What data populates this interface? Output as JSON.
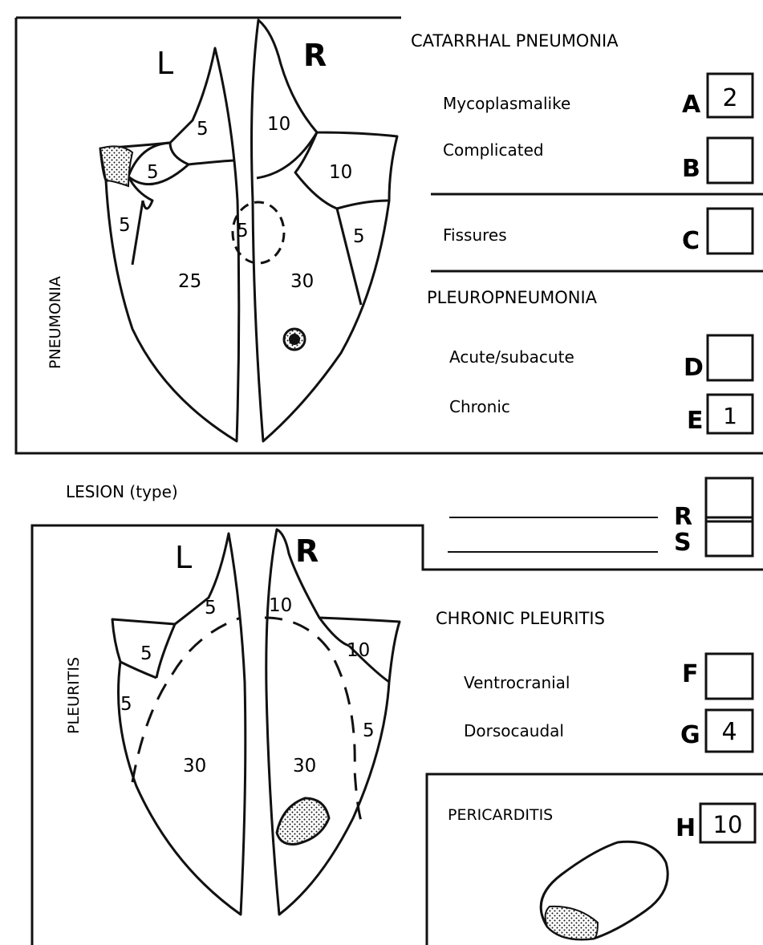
{
  "pneumonia": {
    "side_label": "PNEUMONIA",
    "lung_left": "L",
    "lung_right": "R",
    "lobes": [
      "5",
      "5",
      "5",
      "25",
      "10",
      "10",
      "5",
      "30",
      "5"
    ]
  },
  "catarrhal": {
    "heading": "CATARRHAL PNEUMONIA",
    "items": [
      {
        "label": "Mycoplasmalike",
        "code": "A",
        "value": "2"
      },
      {
        "label": "Complicated",
        "code": "B",
        "value": ""
      }
    ]
  },
  "fissures": {
    "label": "Fissures",
    "code": "C",
    "value": ""
  },
  "pleuropneumonia": {
    "heading": "PLEUROPNEUMONIA",
    "items": [
      {
        "label": "Acute/subacute",
        "code": "D",
        "value": ""
      },
      {
        "label": "Chronic",
        "code": "E",
        "value": "1"
      }
    ]
  },
  "lesion": {
    "label": "LESION (type)",
    "rows": [
      {
        "code": "R",
        "value": ""
      },
      {
        "code": "S",
        "value": ""
      }
    ]
  },
  "pleuritis": {
    "side_label": "PLEURITIS",
    "lung_left": "L",
    "lung_right": "R",
    "lobes": [
      "5",
      "5",
      "5",
      "30",
      "10",
      "10",
      "30",
      "5"
    ]
  },
  "chronic_pleuritis": {
    "heading": "CHRONIC PLEURITIS",
    "items": [
      {
        "label": "Ventrocranial",
        "code": "F",
        "value": ""
      },
      {
        "label": "Dorsocaudal",
        "code": "G",
        "value": "4"
      }
    ]
  },
  "pericarditis": {
    "label": "PERICARDITIS",
    "code": "H",
    "value": "10"
  },
  "colors": {
    "ink": "#111111",
    "paper": "#ffffff"
  }
}
